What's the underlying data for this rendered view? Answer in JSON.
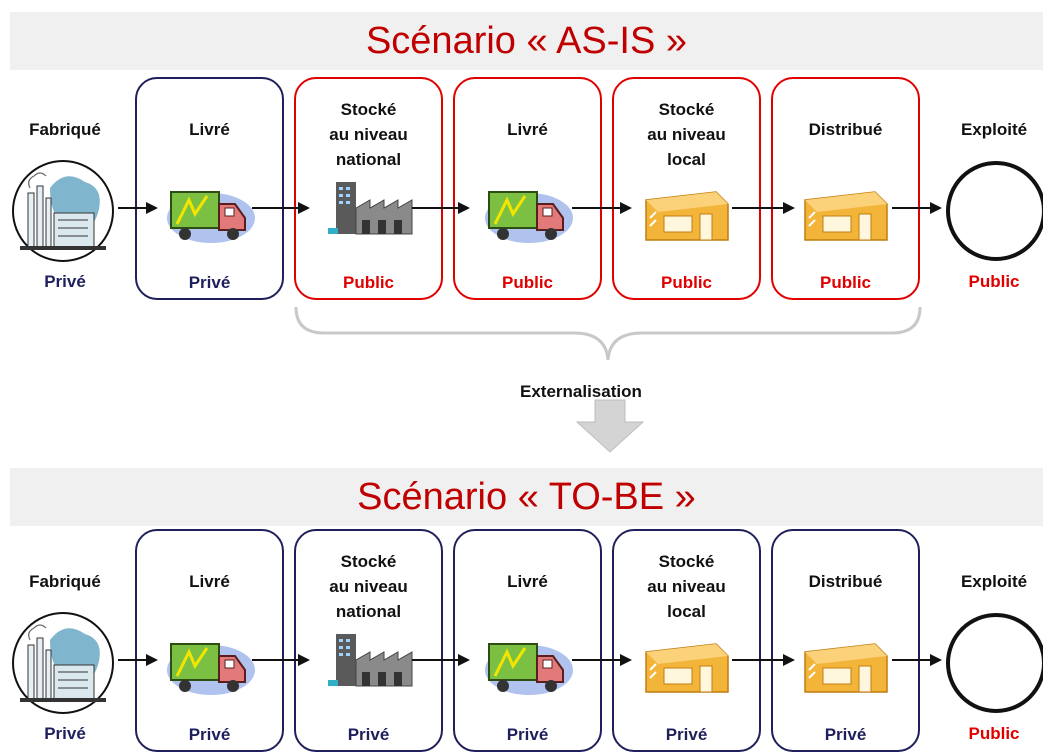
{
  "asis": {
    "title": "Scénario « AS-IS »",
    "start": {
      "label": "Fabriqué",
      "owner": "Privé"
    },
    "stages": [
      {
        "label": "Livré",
        "owner": "Privé",
        "icon": "truck-icon",
        "highlight": false
      },
      {
        "label": "Stocké\nau niveau\nnational",
        "owner": "Public",
        "icon": "factory-icon",
        "highlight": true
      },
      {
        "label": "Livré",
        "owner": "Public",
        "icon": "truck-icon",
        "highlight": true
      },
      {
        "label": "Stocké\nau niveau\nlocal",
        "owner": "Public",
        "icon": "store-icon",
        "highlight": true
      },
      {
        "label": "Distribué",
        "owner": "Public",
        "icon": "store-icon",
        "highlight": true
      }
    ],
    "end": {
      "label": "Exploité",
      "owner": "Public"
    }
  },
  "transition": {
    "label": "Externalisation"
  },
  "tobe": {
    "title": "Scénario « TO-BE »",
    "start": {
      "label": "Fabriqué",
      "owner": "Privé"
    },
    "stages": [
      {
        "label": "Livré",
        "owner": "Privé",
        "icon": "truck-icon",
        "highlight": false
      },
      {
        "label": "Stocké\nau niveau\nnational",
        "owner": "Privé",
        "icon": "factory-icon",
        "highlight": false
      },
      {
        "label": "Livré",
        "owner": "Privé",
        "icon": "truck-icon",
        "highlight": false
      },
      {
        "label": "Stocké\nau niveau\nlocal",
        "owner": "Privé",
        "icon": "store-icon",
        "highlight": false
      },
      {
        "label": "Distribué",
        "owner": "Privé",
        "icon": "store-icon",
        "highlight": false
      }
    ],
    "end": {
      "label": "Exploité",
      "owner": "Public"
    }
  },
  "colors": {
    "title": "#c00000",
    "private": "#1f1f5c",
    "public": "#e00000"
  }
}
